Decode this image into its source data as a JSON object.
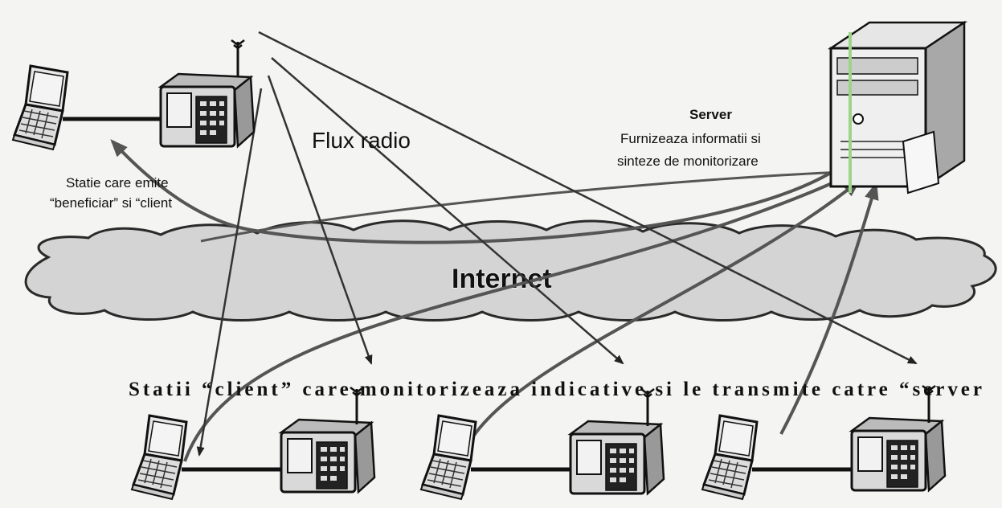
{
  "labels": {
    "flux_radio": "Flux radio",
    "server_title": "Server",
    "server_line1": "Furnizeaza informatii si",
    "server_line2": "sinteze de monitorizare",
    "station_line1": "Statie care emite",
    "station_line2": "“beneficiar” si “client",
    "internet": "Internet",
    "clients_caption": "Statii “client” care monitorizeaza indicative si le transmite catre “server"
  },
  "colors": {
    "background": "#f4f4f2",
    "cloud_fill": "#d4d4d4",
    "cloud_stroke": "#2a2a2a",
    "radio_line": "#333333",
    "internet_arrow": "#555555",
    "text": "#111111"
  },
  "icons": {
    "server": "server-tower-icon",
    "laptop": "laptop-icon",
    "radio": "radio-transceiver-icon",
    "antenna": "antenna-icon"
  }
}
